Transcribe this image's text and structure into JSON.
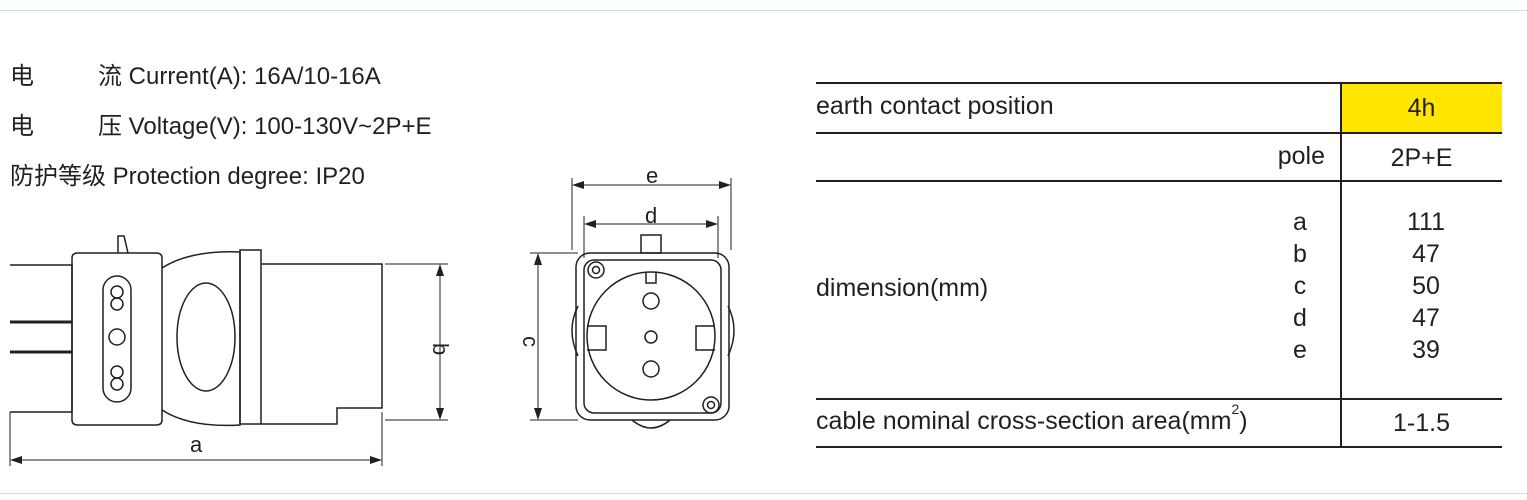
{
  "specs": {
    "current": {
      "cn_a": "电",
      "cn_b": "流",
      "text": "Current(A): 16A/10-16A"
    },
    "voltage": {
      "cn_a": "电",
      "cn_b": "压",
      "text": "Voltage(V): 100-130V~2P+E"
    },
    "protection": {
      "cn": "防护等级",
      "text": "Protection degree: IP20"
    }
  },
  "drawing_labels": {
    "a": "a",
    "b": "b",
    "c": "c",
    "d": "d",
    "e": "e"
  },
  "table": {
    "earth_label": "earth contact position",
    "earth_value": "4h",
    "pole_label": "pole",
    "pole_value": "2P+E",
    "dimension_label": "dimension(mm)",
    "dimensions": [
      {
        "letter": "a",
        "value": "111"
      },
      {
        "letter": "b",
        "value": "47"
      },
      {
        "letter": "c",
        "value": "50"
      },
      {
        "letter": "d",
        "value": "47"
      },
      {
        "letter": "e",
        "value": "39"
      }
    ],
    "cable_label": "cable nominal cross-section area(mm",
    "cable_sup": "2",
    "cable_close": ")",
    "cable_value": "1-1.5"
  },
  "colors": {
    "highlight": "#ffe600",
    "line": "#231f20",
    "rule": "#bfe0e6"
  }
}
